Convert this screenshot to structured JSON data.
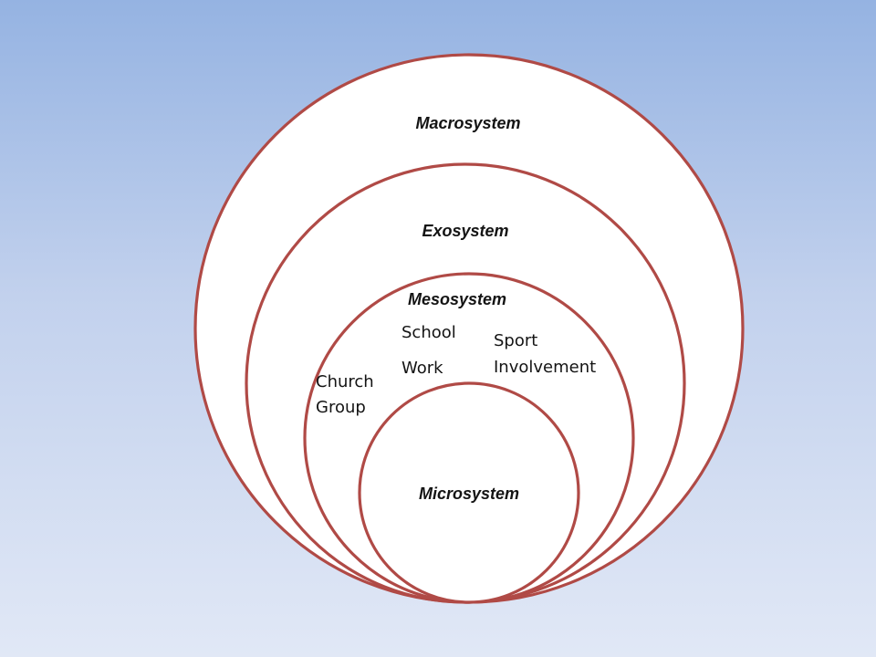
{
  "diagram": {
    "rings": {
      "macrosystem": {
        "label": "Macrosystem"
      },
      "exosystem": {
        "label": "Exosystem"
      },
      "mesosystem": {
        "label": "Mesosystem"
      },
      "microsystem": {
        "label": "Microsystem"
      }
    },
    "settings": {
      "school": "School",
      "work": "Work",
      "sport_line1": "Sport",
      "sport_line2": "Involvement",
      "church_line1": "Church",
      "church_line2": "Group"
    },
    "colors": {
      "ring_stroke": "#b04a46",
      "ring_fill": "#ffffff",
      "background_top": "#95b3e2",
      "background_bottom": "#e1e8f6"
    }
  }
}
